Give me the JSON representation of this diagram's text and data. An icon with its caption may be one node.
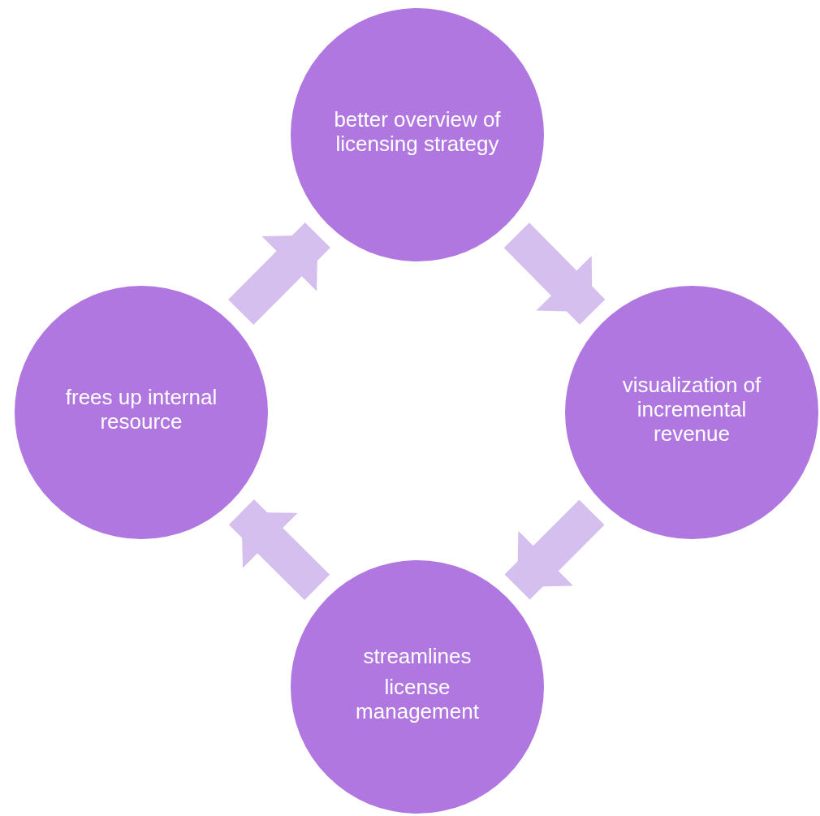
{
  "diagram": {
    "nodes": [
      {
        "text": [
          "better overview of licensing strategy"
        ]
      },
      {
        "text": [
          "visualization of incremental revenue"
        ]
      },
      {
        "text": [
          "streamlines",
          "license management"
        ]
      },
      {
        "text": [
          "frees up internal resource"
        ]
      }
    ],
    "edges": [
      {
        "from": 0,
        "to": 1,
        "arrow": "to"
      },
      {
        "from": 1,
        "to": 2,
        "arrow": "to"
      },
      {
        "from": 2,
        "to": 3,
        "arrow": "to"
      },
      {
        "from": 3,
        "to": 0,
        "arrow": "to"
      }
    ]
  }
}
